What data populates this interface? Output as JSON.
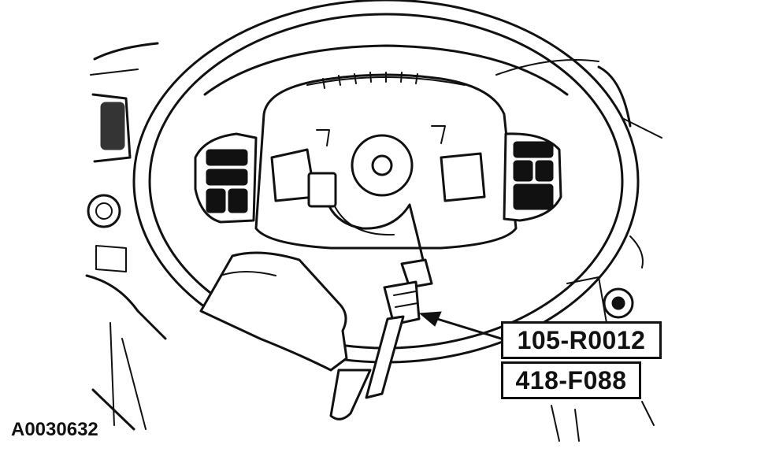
{
  "callouts": {
    "tool_primary": "105-R0012",
    "tool_secondary": "418-F088"
  },
  "figure_id": "A0030632",
  "colors": {
    "ink": "#111111",
    "paper": "#ffffff"
  }
}
